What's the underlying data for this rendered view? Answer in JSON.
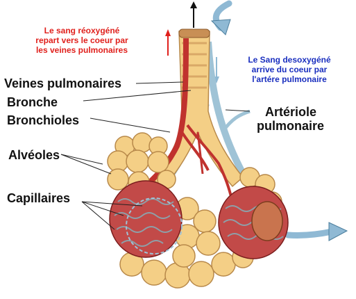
{
  "notes": {
    "oxygenated": {
      "lines": [
        "Le sang réoxygéné",
        "repart vers le coeur par",
        "les veines pulmonaires"
      ],
      "color": "#e0201c"
    },
    "deoxygenated": {
      "lines": [
        "Le Sang desoxygéné",
        "arrive du coeur par",
        "l'artére pulmonaire"
      ],
      "color": "#1a2fbf"
    }
  },
  "labels": {
    "veines": "Veines pulmonaires",
    "bronche": "Bronche",
    "bronchioles": "Bronchioles",
    "alveoles": "Alvéoles",
    "capillaires": "Capillaires",
    "arteriole_line1": "Artériole",
    "arteriole_line2": "pulmonaire"
  },
  "colors": {
    "alveolus": "#f4cf86",
    "alveolus_stroke": "#b8894a",
    "vein": "#c0322e",
    "artery": "#9fc3d6",
    "flow_arrow": "#8fb9d4"
  }
}
